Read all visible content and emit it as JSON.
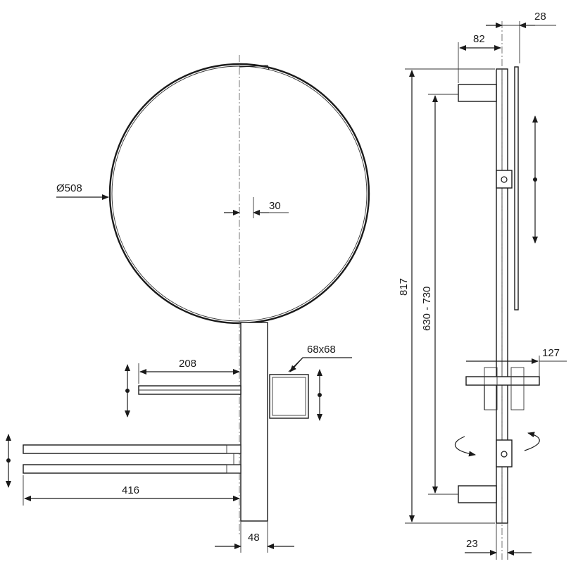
{
  "dimensions": {
    "top_right_offset": "28",
    "rail_depth": "82",
    "mirror_diameter": "Ø508",
    "mirror_offset": "30",
    "shelf_width": "208",
    "cup_size": "68x68",
    "towel_bar_length": "416",
    "column_diameter": "48",
    "total_height": "817",
    "adjust_range": "630 - 730",
    "shelf_depth": "127",
    "bottom_offset": "23"
  },
  "colors": {
    "line": "#1a1a1a",
    "background": "#ffffff"
  },
  "icons": [
    "double-arrow-vertical-icon",
    "rotation-arrow-icon"
  ]
}
